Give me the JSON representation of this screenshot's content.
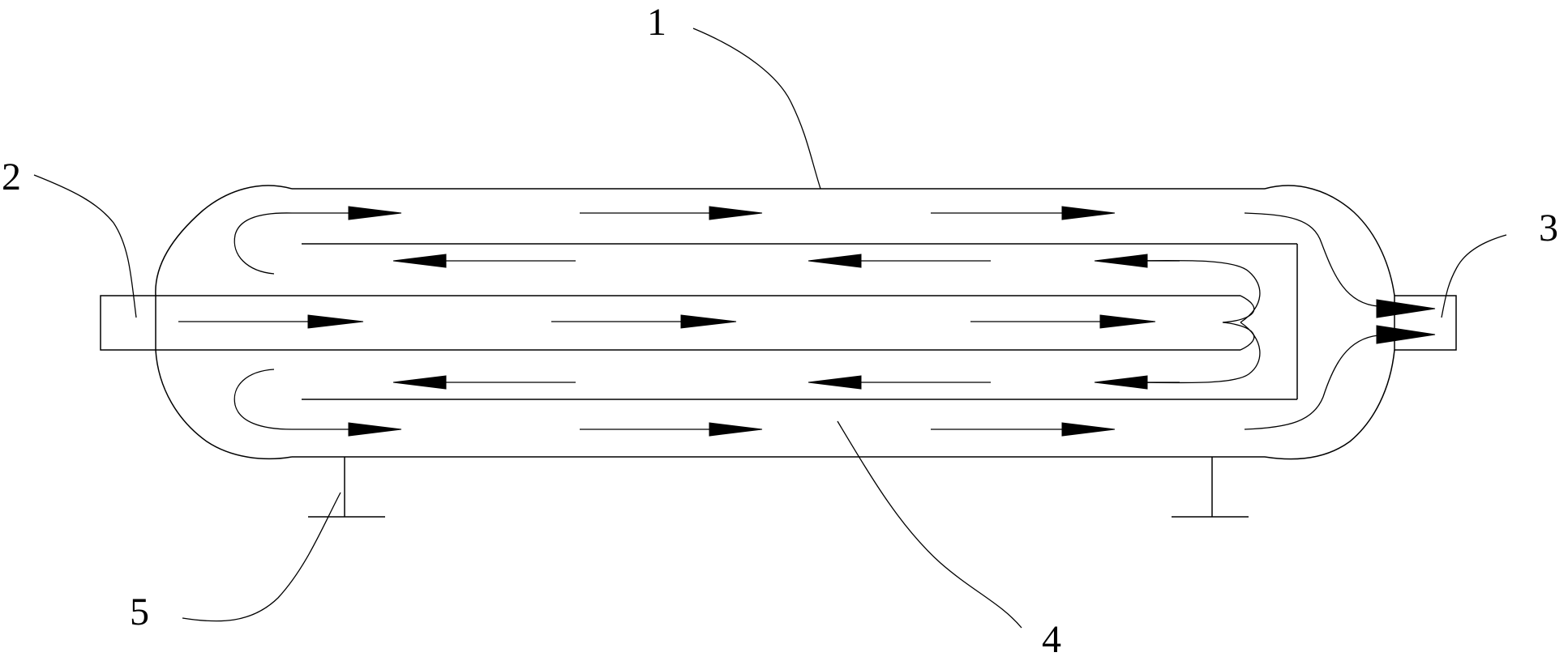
{
  "diagram": {
    "labels": {
      "shell": "1",
      "inlet": "2",
      "outlet": "3",
      "inner_tube": "4",
      "support": "5"
    }
  }
}
